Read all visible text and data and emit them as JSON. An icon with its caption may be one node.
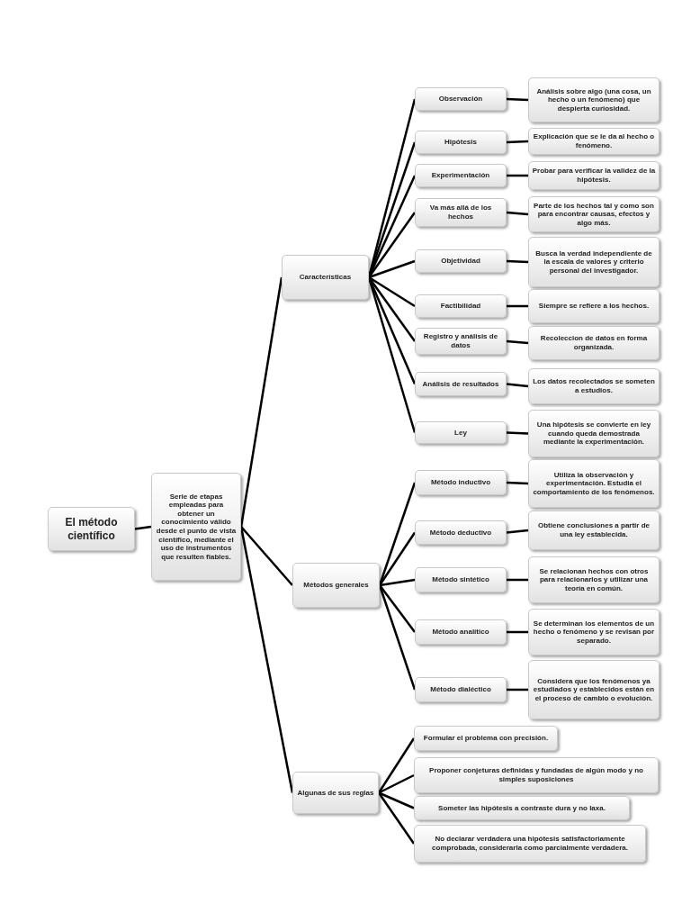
{
  "diagram": {
    "nodes": [
      {
        "text": [
          "El método científico"
        ]
      },
      {
        "text": [
          "Serie de etapas empleadas para obtener un conocimiento válido desde el punto de vista científico, mediante el uso de instrumentos que resulten fiables."
        ]
      },
      {
        "text": [
          "Características"
        ]
      },
      {
        "text": [
          "Observación"
        ]
      },
      {
        "text": [
          "Análisis sobre algo (una cosa, un hecho o un fenómeno) que despierta curiosidad."
        ]
      },
      {
        "text": [
          "Hipótesis"
        ]
      },
      {
        "text": [
          "Explicación que se le da al hecho o fenómeno."
        ]
      },
      {
        "text": [
          "Experimentación"
        ]
      },
      {
        "text": [
          "Probar para verificar la validez de la hipótesis."
        ]
      },
      {
        "text": [
          "Va más allá de los hechos"
        ]
      },
      {
        "text": [
          "Parte de los hechos tal y como son para encontrar causas, efectos y algo más."
        ]
      },
      {
        "text": [
          "Objetividad"
        ]
      },
      {
        "text": [
          "Busca la verdad independiente de la escala de valores y criterio personal del investigador."
        ]
      },
      {
        "text": [
          "Factibilidad"
        ]
      },
      {
        "text": [
          "Siempre se refiere a los hechos."
        ]
      },
      {
        "text": [
          "Registro y análisis de datos"
        ]
      },
      {
        "text": [
          "Recoleccion de datos en forma organizada."
        ]
      },
      {
        "text": [
          "Análisis de resultados"
        ]
      },
      {
        "text": [
          "Los datos recolectados se someten a estudios."
        ]
      },
      {
        "text": [
          "Ley"
        ]
      },
      {
        "text": [
          "Una hipótesis se convierte en ley cuando queda demostrada mediante la experimentación."
        ]
      },
      {
        "text": [
          "Métodos generales"
        ]
      },
      {
        "text": [
          "Método inductivo"
        ]
      },
      {
        "text": [
          "Utiliza la observación y experimentación. Estudia el comportamiento de los fenómenos."
        ]
      },
      {
        "text": [
          "Método deductivo"
        ]
      },
      {
        "text": [
          "Obtiene conclusiones a partir de una ley establecida."
        ]
      },
      {
        "text": [
          "Método sintético"
        ]
      },
      {
        "text": [
          "Se relacionan hechos con otros para relacionarlos y utilizar una teoría en común."
        ]
      },
      {
        "text": [
          "Método analítico"
        ]
      },
      {
        "text": [
          "Se determinan los elementos de un hecho o fenómeno y se revisan por separado."
        ]
      },
      {
        "text": [
          "Método dialéctico"
        ]
      },
      {
        "text": [
          "Considera que los fenómenos ya estudiados y establecidos están en el proceso de cambio o evolución."
        ]
      },
      {
        "text": [
          "Algunas de sus reglas"
        ]
      },
      {
        "text": [
          "Formular el problema con precisión."
        ]
      },
      {
        "text": [
          "Proponer conjeturas definidas y fundadas de algún modo y no simples suposiciones"
        ]
      },
      {
        "text": [
          "Someter las hipótesis a contraste dura y no laxa."
        ]
      },
      {
        "text": [
          "No declarar verdadera una hipótesis satisfactoriamente comprobada, considerarla como parcialmente verdadera."
        ]
      }
    ],
    "edges": [
      {
        "from": 0,
        "to": 1,
        "arrow": "none"
      },
      {
        "from": 1,
        "to": 2,
        "arrow": "none"
      },
      {
        "from": 1,
        "to": 21,
        "arrow": "none"
      },
      {
        "from": 1,
        "to": 32,
        "arrow": "none"
      },
      {
        "from": 2,
        "to": 3,
        "arrow": "none"
      },
      {
        "from": 3,
        "to": 4,
        "arrow": "none"
      },
      {
        "from": 2,
        "to": 5,
        "arrow": "none"
      },
      {
        "from": 5,
        "to": 6,
        "arrow": "none"
      },
      {
        "from": 2,
        "to": 7,
        "arrow": "none"
      },
      {
        "from": 7,
        "to": 8,
        "arrow": "none"
      },
      {
        "from": 2,
        "to": 9,
        "arrow": "none"
      },
      {
        "from": 9,
        "to": 10,
        "arrow": "none"
      },
      {
        "from": 2,
        "to": 11,
        "arrow": "none"
      },
      {
        "from": 11,
        "to": 12,
        "arrow": "none"
      },
      {
        "from": 2,
        "to": 13,
        "arrow": "none"
      },
      {
        "from": 13,
        "to": 14,
        "arrow": "none"
      },
      {
        "from": 2,
        "to": 15,
        "arrow": "none"
      },
      {
        "from": 15,
        "to": 16,
        "arrow": "none"
      },
      {
        "from": 2,
        "to": 17,
        "arrow": "none"
      },
      {
        "from": 17,
        "to": 18,
        "arrow": "none"
      },
      {
        "from": 2,
        "to": 19,
        "arrow": "none"
      },
      {
        "from": 19,
        "to": 20,
        "arrow": "none"
      },
      {
        "from": 21,
        "to": 22,
        "arrow": "none"
      },
      {
        "from": 22,
        "to": 23,
        "arrow": "none"
      },
      {
        "from": 21,
        "to": 24,
        "arrow": "none"
      },
      {
        "from": 24,
        "to": 25,
        "arrow": "none"
      },
      {
        "from": 21,
        "to": 26,
        "arrow": "none"
      },
      {
        "from": 26,
        "to": 27,
        "arrow": "none"
      },
      {
        "from": 21,
        "to": 28,
        "arrow": "none"
      },
      {
        "from": 28,
        "to": 29,
        "arrow": "none"
      },
      {
        "from": 21,
        "to": 30,
        "arrow": "none"
      },
      {
        "from": 30,
        "to": 31,
        "arrow": "none"
      },
      {
        "from": 32,
        "to": 33,
        "arrow": "none"
      },
      {
        "from": 32,
        "to": 34,
        "arrow": "none"
      },
      {
        "from": 32,
        "to": 35,
        "arrow": "none"
      },
      {
        "from": 32,
        "to": 36,
        "arrow": "none"
      }
    ]
  }
}
